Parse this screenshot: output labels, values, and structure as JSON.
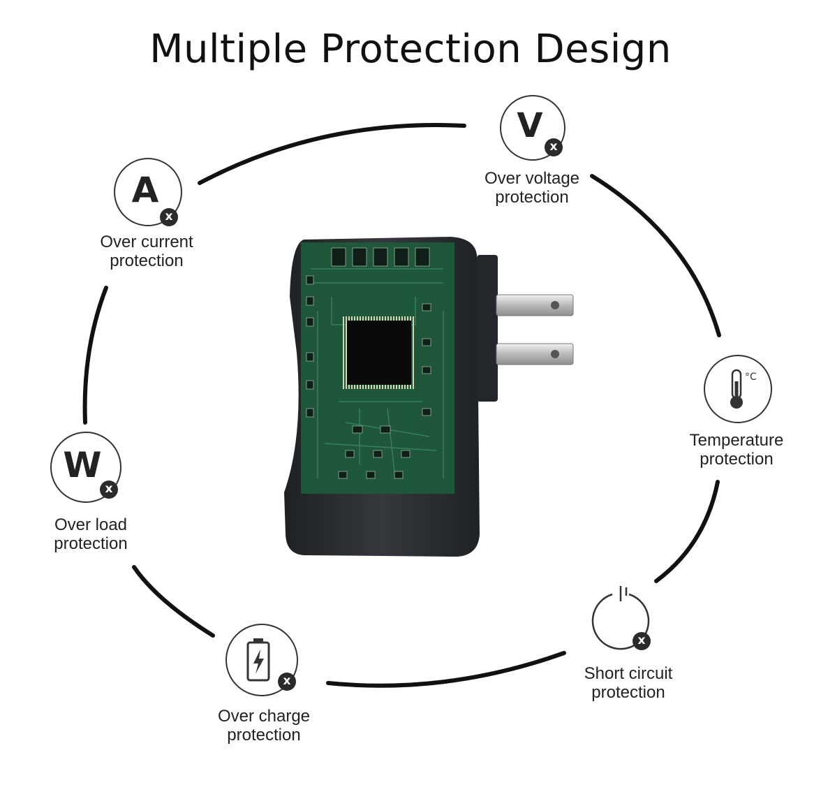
{
  "title": "Multiple Protection Design",
  "features": {
    "over_current": {
      "icon_letter": "A",
      "badge": "x",
      "line1": "Over current",
      "line2": "protection"
    },
    "over_voltage": {
      "icon_letter": "V",
      "badge": "x",
      "line1": "Over voltage",
      "line2": "protection"
    },
    "temperature": {
      "icon_unit": "°C",
      "line1": "Temperature",
      "line2": "protection"
    },
    "over_load": {
      "icon_letter": "W",
      "badge": "x",
      "line1": "Over load",
      "line2": "protection"
    },
    "short_circuit": {
      "badge": "x",
      "line1": "Short circuit",
      "line2": "protection"
    },
    "over_charge": {
      "badge": "x",
      "line1": "Over charge",
      "line2": "protection"
    }
  },
  "icons": {
    "over_current": "ampere-icon",
    "over_voltage": "volt-icon",
    "temperature": "thermometer-icon",
    "over_load": "watt-icon",
    "short_circuit": "power-icon",
    "over_charge": "battery-charging-icon"
  },
  "colors": {
    "ring": "#111111",
    "icon_stroke": "#333333",
    "badge": "#2b2b2b",
    "adapter_body": "#2a2d30",
    "pcb_green": "#1e5a3c"
  }
}
